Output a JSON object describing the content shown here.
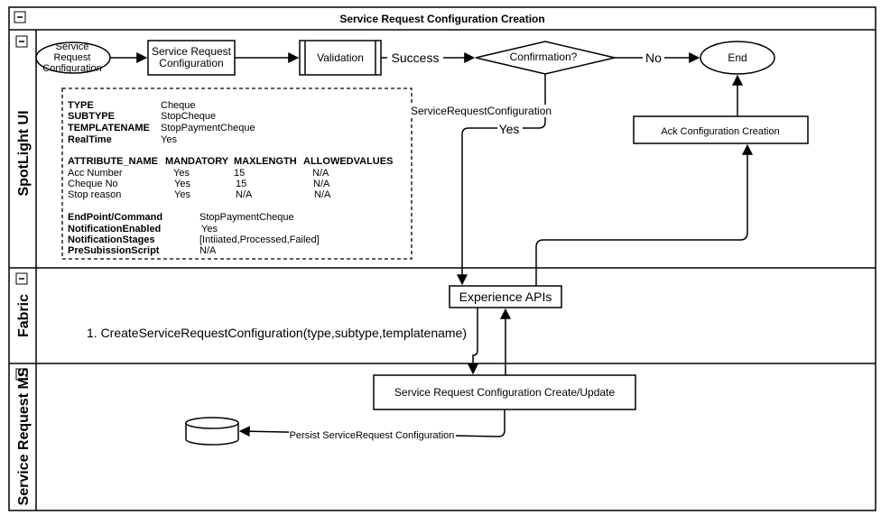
{
  "pool": {
    "title": "Service Request Configuration Creation",
    "collapse_symbol": "−"
  },
  "lanes": {
    "spotlight": "SpotLight UI",
    "fabric": "Fabric",
    "service_request": "Service Request MS"
  },
  "nodes": {
    "start_line1": "Service",
    "start_line2": "Request",
    "start_line3": "Configuration",
    "config_line1": "Service Request",
    "config_line2": "Configuration",
    "validation": "Validation",
    "confirmation": "Confirmation?",
    "end": "End",
    "ack": "Ack Configuration Creation",
    "experience_apis": "Experience APIs",
    "create_update": "Service Request Configuration Create/Update"
  },
  "edge_labels": {
    "success": "Success",
    "no": "No",
    "service_request_configuration": "ServiceRequestConfiguration",
    "yes": "Yes",
    "persist": "Persist ServiceRequest Configuration",
    "create_call": "1.  CreateServiceRequestConfiguration(type,subtype,templatename)"
  },
  "note": {
    "type_key": "TYPE",
    "type_val": "Cheque",
    "subtype_key": "SUBTYPE",
    "subtype_val": "StopCheque",
    "template_key": "TEMPLATENAME",
    "template_val": "StopPaymentCheque",
    "realtime_key": "RealTime",
    "realtime_val": "Yes",
    "attr_headers": [
      "ATTRIBUTE_NAME",
      "MANDATORY",
      "MAXLENGTH",
      "ALLOWEDVALUES"
    ],
    "attr_rows": [
      [
        "Acc Number",
        "Yes",
        "15",
        "N/A"
      ],
      [
        "Cheque No",
        "Yes",
        "15",
        "N/A"
      ],
      [
        "Stop reason",
        "Yes",
        "N/A",
        "N/A"
      ]
    ],
    "endpoint_key": "EndPoint/Command",
    "endpoint_val": "StopPaymentCheque",
    "notif_enabled_key": "NotificationEnabled",
    "notif_enabled_val": "Yes",
    "notif_stages_key": "NotificationStages",
    "notif_stages_val": "[Intiiated,Processed,Failed]",
    "presub_key": "PreSubissionScript",
    "presub_val": "N/A"
  }
}
